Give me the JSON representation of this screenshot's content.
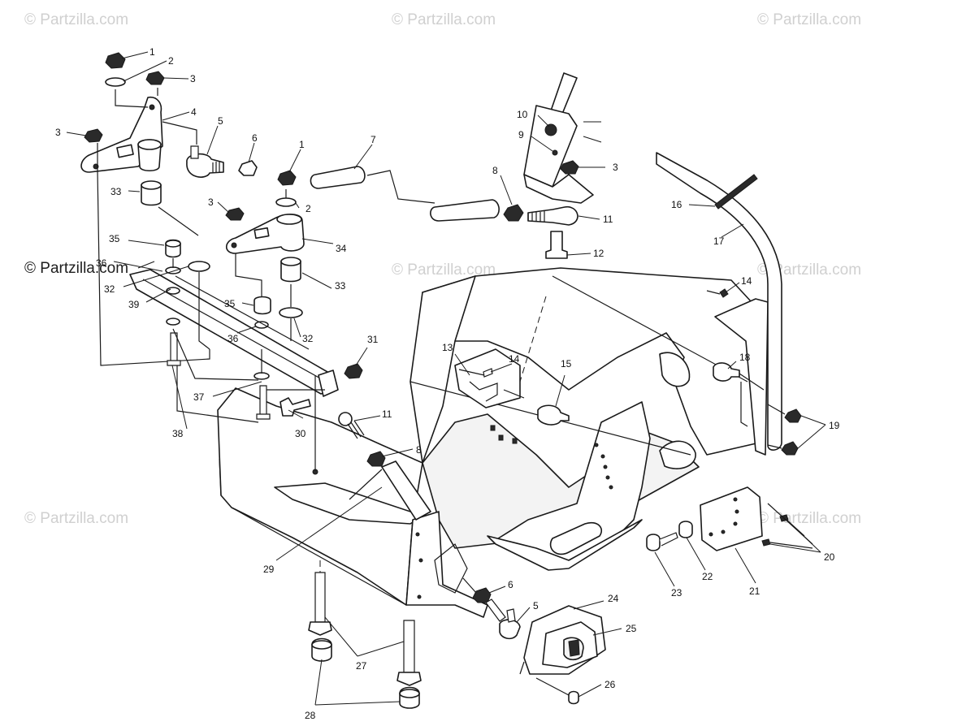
{
  "watermarks": {
    "text": "© Partzilla.com",
    "overlay": "© Partzilla.com"
  },
  "callouts": {
    "c1a": "1",
    "c2a": "2",
    "c3a": "3",
    "c3b": "3",
    "c4": "4",
    "c5a": "5",
    "c6a": "6",
    "c1b": "1",
    "c7": "7",
    "c2b": "2",
    "c3c": "3",
    "c33a": "33",
    "c34": "34",
    "c35a": "35",
    "c36a": "36",
    "c32a": "32",
    "c39": "39",
    "c35b": "35",
    "c33b": "33",
    "c32b": "32",
    "c36b": "36",
    "c37": "37",
    "c38": "38",
    "c30": "30",
    "c31": "31",
    "c11a": "11",
    "c8a": "8",
    "c29": "29",
    "c10": "10",
    "c9": "9",
    "c3d": "3",
    "c8b": "8",
    "c11b": "11",
    "c12": "12",
    "c16": "16",
    "c17": "17",
    "c14a": "14",
    "c13": "13",
    "c14b": "14",
    "c15": "15",
    "c18": "18",
    "c19": "19",
    "c20": "20",
    "c21": "21",
    "c22": "22",
    "c23": "23",
    "c24": "24",
    "c25": "25",
    "c26": "26",
    "c6b": "6",
    "c5b": "5",
    "c27": "27",
    "c28": "28"
  },
  "colors": {
    "ink": "#1a1a1a",
    "watermark": "#d0d0d0",
    "background": "#ffffff"
  }
}
